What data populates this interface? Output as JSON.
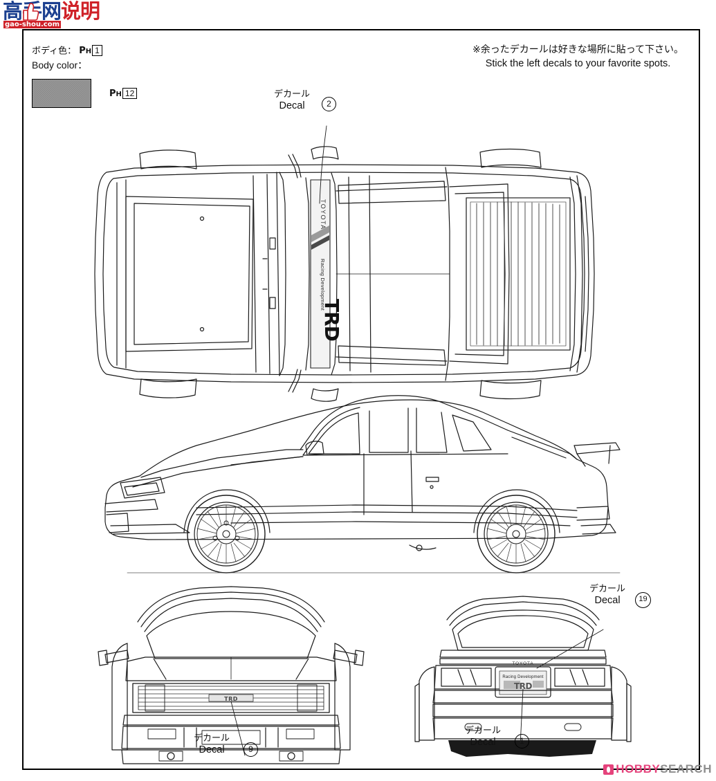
{
  "page": {
    "title_watermark_cn": "高手网",
    "title_watermark_cn_overlay": "说明",
    "title_watermark_domain": "gao-shou.com"
  },
  "body_color": {
    "label_jp": "ボディ色：",
    "label_en": "Body color：",
    "paint_code_top": {
      "prefix": "P",
      "sub": "H",
      "number": "1"
    },
    "paint_code_swatch": {
      "prefix": "P",
      "sub": "H",
      "number": "12"
    },
    "swatch_color": "#9a9a9a"
  },
  "note": {
    "jp": "※余ったデカールは好きな場所に貼って下さい。",
    "en": "Stick the left decals to your favorite spots."
  },
  "callouts": [
    {
      "id": "top-view-decal",
      "jp": "デカール",
      "en": "Decal",
      "number": "2"
    },
    {
      "id": "rear-view-toyota-decal",
      "jp": "デカール",
      "en": "Decal",
      "number": "19"
    },
    {
      "id": "front-view-decal",
      "jp": "デカール",
      "en": "Decal",
      "number": "9"
    },
    {
      "id": "rear-plate-decal",
      "jp": "デカール",
      "en": "Decal",
      "number": "1"
    }
  ],
  "decal_art_text": {
    "trd_banner_brand": "TOYOTA",
    "trd_banner_line": "Racing Development",
    "trd_banner_logo": "TRD",
    "rear_badge": "TOYOTA",
    "rear_plate_line": "Racing Development",
    "rear_plate_logo": "TRD",
    "front_grille_badge": "TRD"
  },
  "views": [
    {
      "name": "top-view",
      "description": "Overhead plan view of hatchback body"
    },
    {
      "name": "side-view",
      "description": "Left side profile view"
    },
    {
      "name": "front-view",
      "description": "Front elevation view"
    },
    {
      "name": "rear-view",
      "description": "Rear elevation view"
    }
  ],
  "footer_watermark": {
    "part1": "HOBBY",
    "part2": "SEARCH"
  }
}
